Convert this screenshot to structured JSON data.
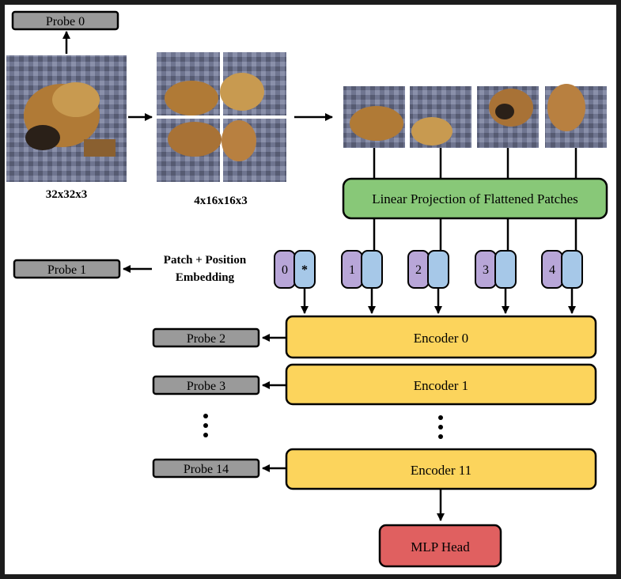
{
  "probes": {
    "probe0": "Probe 0",
    "probe1": "Probe 1",
    "probe2": "Probe 2",
    "probe3": "Probe 3",
    "probe14": "Probe 14"
  },
  "image_labels": {
    "full": "32x32x3",
    "split": "4x16x16x3"
  },
  "projection_label": "Linear Projection of Flattened Patches",
  "embedding_label": {
    "line1": "Patch + Position",
    "line2": "Embedding"
  },
  "tokens": [
    {
      "index": "0",
      "pos": "*"
    },
    {
      "index": "1",
      "pos": ""
    },
    {
      "index": "2",
      "pos": ""
    },
    {
      "index": "3",
      "pos": ""
    },
    {
      "index": "4",
      "pos": ""
    }
  ],
  "encoders": {
    "enc0": "Encoder 0",
    "enc1": "Encoder 1",
    "enc11": "Encoder 11"
  },
  "head_label": "MLP Head",
  "colors": {
    "probe_fill": "#9a9a9a",
    "projection_fill": "#88c878",
    "encoder_fill": "#fcd45c",
    "head_fill": "#e06060",
    "token_index_fill": "#b8a6d8",
    "token_pos_fill": "#a6c8e8"
  }
}
